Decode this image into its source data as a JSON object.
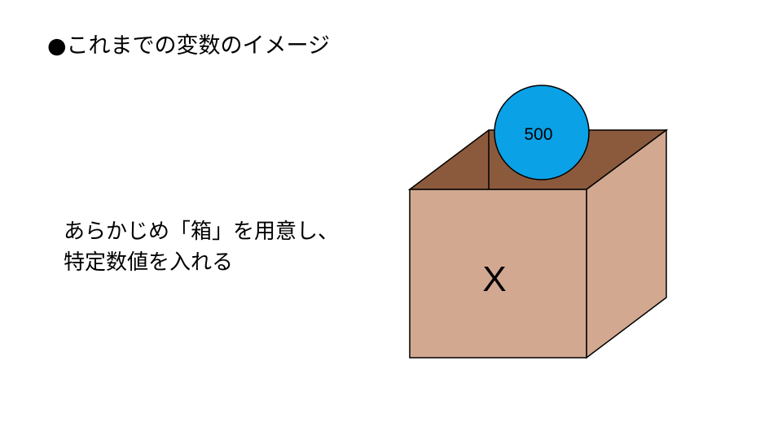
{
  "slide": {
    "title": "●これまでの変数のイメージ",
    "description_lines": [
      "あらかじめ「箱」を用意し、",
      "特定数値を入れる"
    ]
  },
  "diagram": {
    "box_label": "X",
    "value_label": "500",
    "colors": {
      "box_front": "#d2a891",
      "box_side": "#d2a891",
      "box_inner": "#8b5a3c",
      "ball": "#0aa1e6",
      "outline": "#000000"
    }
  }
}
